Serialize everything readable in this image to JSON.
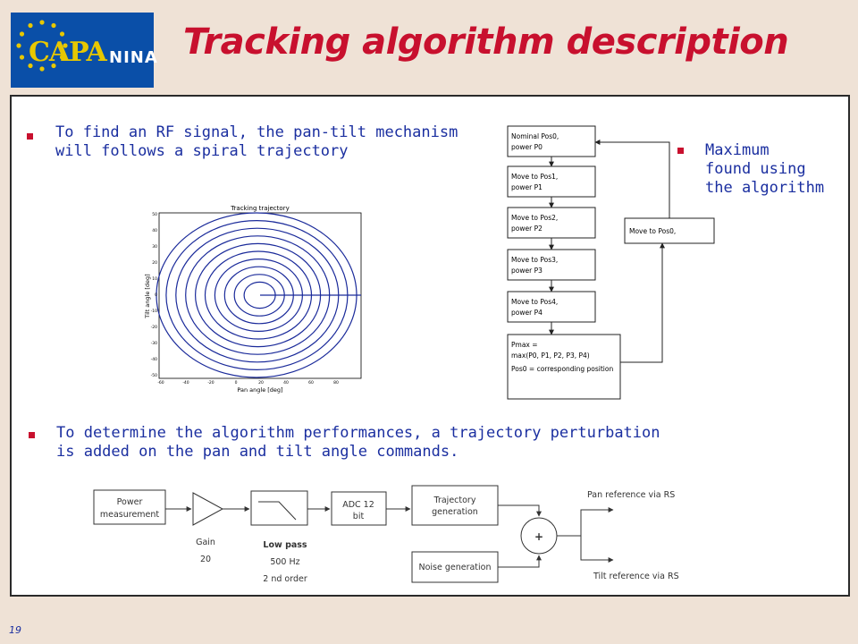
{
  "header": {
    "logo_text_left": "CAPA",
    "logo_text_right": "NINA",
    "title": "Tracking algorithm description"
  },
  "bullets": {
    "b1_line1": "To find an RF signal, the pan-tilt mechanism",
    "b1_line2": "will follows a spiral trajectory",
    "b2_line1": "Maximum",
    "b2_line2": "found using",
    "b2_line3": "the algorithm",
    "b3_line1": "To determine the algorithm performances, a trajectory perturbation",
    "b3_line2": "is added on the pan and tilt angle commands."
  },
  "spiral_plot": {
    "title": "Tracking trajectory",
    "xlabel": "Pan angle [deg]",
    "ylabel": "Tilt angle [deg]",
    "x_ticks": [
      "-60",
      "-40",
      "-20",
      "0",
      "20",
      "40",
      "60",
      "80"
    ],
    "y_ticks": [
      "50",
      "40",
      "30",
      "20",
      "10",
      "0",
      "-10",
      "-20",
      "-30",
      "-40",
      "-50"
    ]
  },
  "flowchart": {
    "box1_l1": "Nominal Pos0,",
    "box1_l2": "power P0",
    "box2_l1": "Move to Pos1,",
    "box2_l2": "power P1",
    "box3_l1": "Move to Pos2,",
    "box3_l2": "power P2",
    "box4_l1": "Move to Pos3,",
    "box4_l2": "power P3",
    "box5_l1": "Move to Pos4,",
    "box5_l2": "power P4",
    "box6_l1": "Pmax =",
    "box6_l2": "max(P0, P1, P2, P3, P4)",
    "box6_l3": "Pos0 = corresponding position",
    "side_box": "Move to Pos0,"
  },
  "block_diagram": {
    "power_l1": "Power",
    "power_l2": "measurement",
    "gain_l1": "Gain",
    "gain_l2": "20",
    "lp_l1": "Low pass",
    "lp_l2": "500 Hz",
    "lp_l3": "2 nd order",
    "adc_l1": "ADC 12",
    "adc_l2": "bit",
    "traj_l1": "Trajectory",
    "traj_l2": "generation",
    "noise": "Noise generation",
    "sum": "+",
    "pan_ref": "Pan reference via RS",
    "tilt_ref": "Tilt reference via RS"
  },
  "footer": {
    "page": "19"
  },
  "colors": {
    "title_red": "#c8102e",
    "text_blue": "#1b2fa0",
    "spiral_blue": "#1a2a9a",
    "bg": "#efe2d6"
  }
}
